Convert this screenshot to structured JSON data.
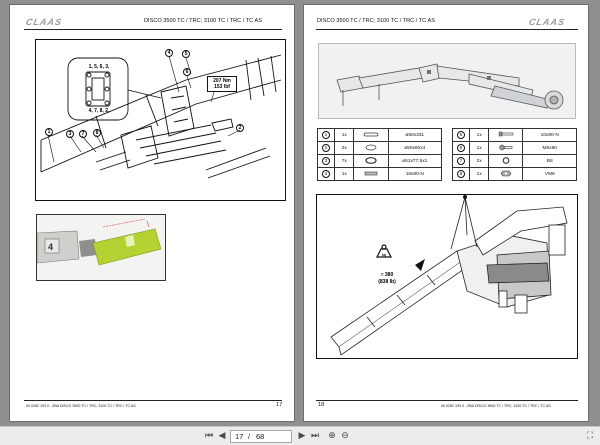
{
  "pages": {
    "left": {
      "logo": "CLAAS",
      "header_title": "DISCO 3500 TC / TRC; 3100 TC / TRC / TC AS",
      "callouts": [
        "1",
        "2",
        "3",
        "4",
        "5",
        "6",
        "7",
        "8"
      ],
      "torque_box": {
        "line1": "207 Nm",
        "line2": "153 lbf"
      },
      "order_box": {
        "row1": "1, 5, 6, 3,",
        "row2": "4, 7, 8, 2,"
      },
      "footer_text": "00 0282 193 0 - ZBA DISCO 3500 TC / TRC; 3100 TC / TRC / TC AS",
      "page_number": "17"
    },
    "right": {
      "logo": "CLAAS",
      "header_title": "DISCO 3500 TC / TRC; 3100 TC / TRC / TC AS",
      "parts_table": {
        "left": [
          {
            "num": "1",
            "qty": "1x",
            "desc": "ø50x331"
          },
          {
            "num": "2",
            "qty": "2x",
            "desc": "ø50x60x4"
          },
          {
            "num": "3",
            "qty": "7x",
            "desc": "ø51x77,5x1"
          },
          {
            "num": "4",
            "qty": "1x",
            "desc": "16x80-N"
          }
        ],
        "right": [
          {
            "num": "5",
            "qty": "1x",
            "desc": "10x80-N"
          },
          {
            "num": "6",
            "qty": "1x",
            "desc": "M8x90"
          },
          {
            "num": "7",
            "qty": "2x",
            "desc": "B8"
          },
          {
            "num": "8",
            "qty": "1x",
            "desc": "VM8"
          }
        ]
      },
      "weight_label": {
        "unit": "kg",
        "approx": "≈ 380",
        "imperial": "(838 lb)"
      },
      "footer_text": "00 0282 193 0 - ZBA DISCO 3500 TC / TRC; 3100 TC / TRC / TC AS",
      "page_number": "18"
    }
  },
  "toolbar": {
    "current_page": "17",
    "separator": "/",
    "total_pages": "68",
    "icons": [
      "first-page-icon",
      "prev-page-icon",
      "next-page-icon",
      "last-page-icon",
      "zoom-in-icon",
      "zoom-out-icon",
      "fullscreen-icon"
    ]
  },
  "colors": {
    "accent_green": "#b4d232",
    "logo_gray": "#9a9a9a"
  }
}
